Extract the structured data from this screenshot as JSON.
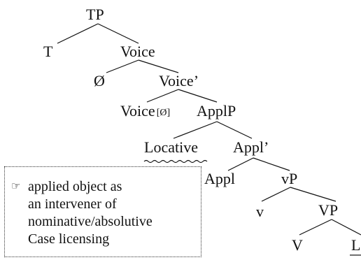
{
  "tree": {
    "tp": "TP",
    "t": "T",
    "voice": "Voice",
    "null_spec": "Ø",
    "voice_bar": "Voice’",
    "voice_head": "Voice",
    "voice_feature": "[Ø]",
    "applp": "ApplP",
    "locative": "Locative",
    "appl_bar": "Appl’",
    "appl": "Appl",
    "vp_little": "vP",
    "v_little": "v",
    "vp": "VP",
    "v": "V",
    "cut_label": "L"
  },
  "annotation": {
    "pointer_icon": "☞",
    "lines": [
      "applied object as",
      "an intervener of",
      "nominative/absolutive",
      "Case licensing"
    ]
  }
}
